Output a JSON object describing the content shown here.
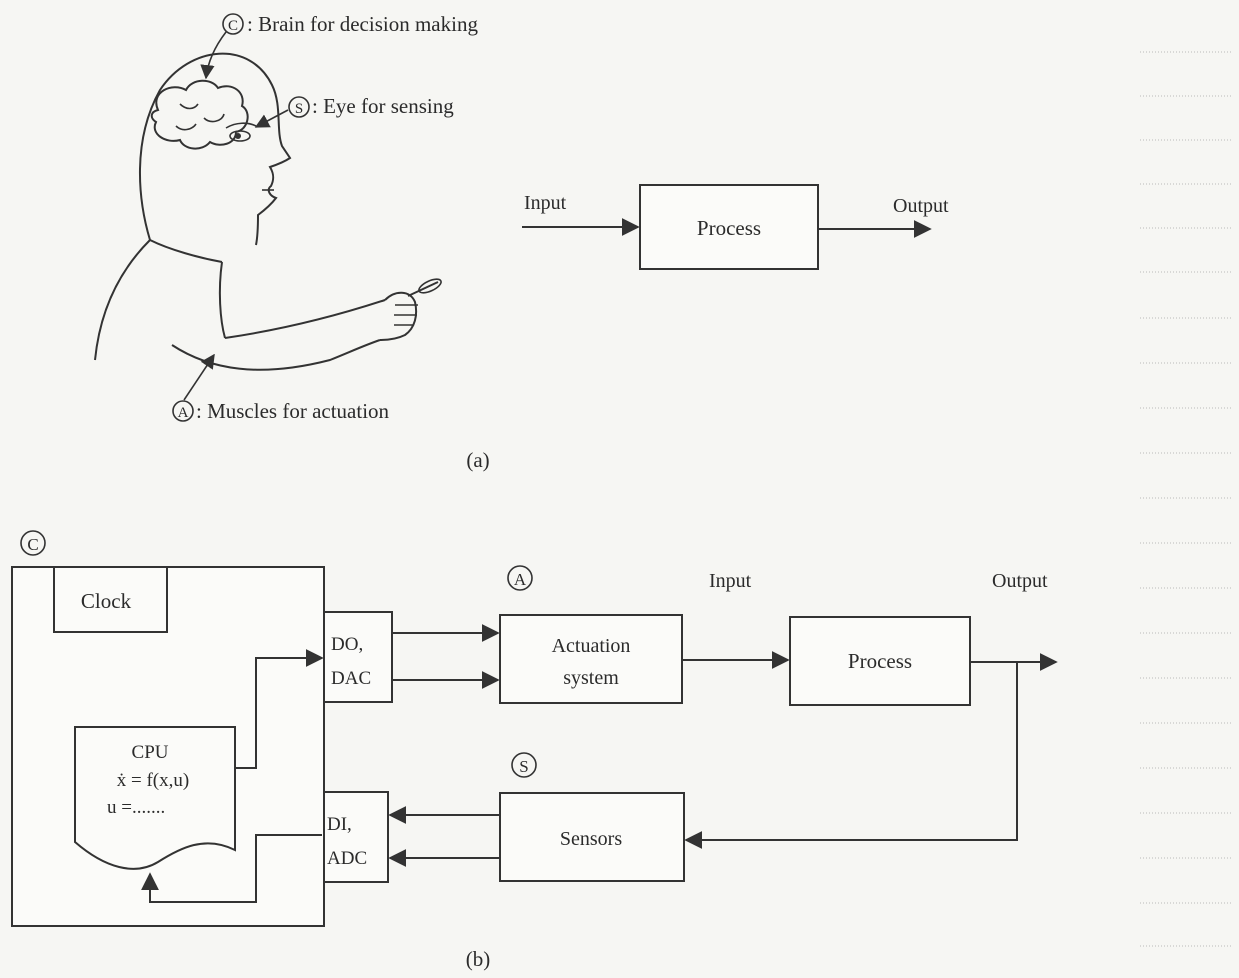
{
  "part_a": {
    "brain_letter": "C",
    "brain_label": ": Brain for decision making",
    "eye_letter": "S",
    "eye_label": ": Eye for sensing",
    "muscle_letter": "A",
    "muscle_label": ": Muscles for actuation",
    "input_label": "Input",
    "process_label": "Process",
    "output_label": "Output",
    "caption": "(a)"
  },
  "part_b": {
    "controller_letter": "C",
    "clock_label": "Clock",
    "cpu_lines": [
      "CPU",
      "ẋ = f(x,u)",
      "u =......."
    ],
    "do_dac_lines": [
      "DO,",
      "DAC"
    ],
    "di_adc_lines": [
      "DI,",
      "ADC"
    ],
    "actuation_letter": "A",
    "actuation_lines": [
      "Actuation",
      "system"
    ],
    "sensors_letter": "S",
    "sensors_label": "Sensors",
    "input_label": "Input",
    "process_label": "Process",
    "output_label": "Output",
    "caption": "(b)"
  }
}
